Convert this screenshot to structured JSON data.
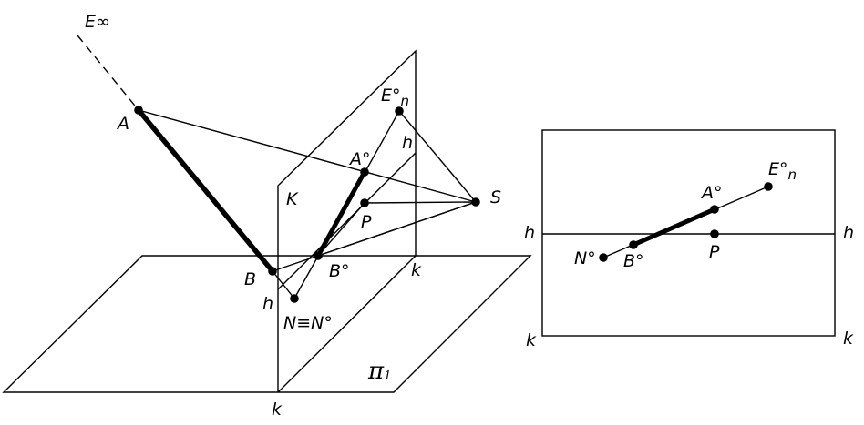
{
  "perspective": {
    "labels": {
      "e_inf": "E∞",
      "a": "A",
      "b": "B",
      "a0": "A°",
      "b0": "B°",
      "p": "P",
      "s": "S",
      "k_plane": "K",
      "h_top": "h",
      "h_bottom": "h",
      "k_top": "k",
      "k_bottom": "k",
      "en0": "E°",
      "en0_sub": "n",
      "n_eq": "N≡N°",
      "pi": "π",
      "pi_sub": "1"
    }
  },
  "picture_plane": {
    "labels": {
      "h_left": "h",
      "h_right": "h",
      "k_left": "k",
      "k_right": "k",
      "a0": "A°",
      "b0": "B°",
      "n0": "N°",
      "p": "P",
      "en0": "E°",
      "en0_sub": "n"
    }
  }
}
